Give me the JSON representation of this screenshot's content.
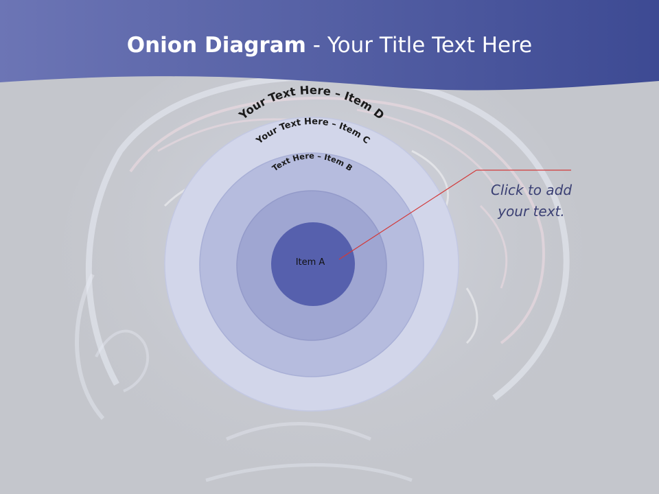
{
  "slide": {
    "title_bold": "Onion Diagram",
    "title_rest": " - Your Title Text Here",
    "callout_text": "Click  to add your text.",
    "colors": {
      "header_dark": "#3d4a93",
      "header_light": "#6c75b5",
      "background": "#c4c6cc",
      "ring_d": "#d2d6ea",
      "ring_c": "#b6bcde",
      "ring_b": "#9fa6d2",
      "core_a": "#5660ad",
      "callout_line": "#d23a3a"
    }
  },
  "diagram": {
    "rings": [
      {
        "label": "Your Text Here – Item D"
      },
      {
        "label": "Your Text Here – Item C"
      },
      {
        "label": "Text Here – Item B"
      }
    ],
    "core_label": "Item A"
  }
}
